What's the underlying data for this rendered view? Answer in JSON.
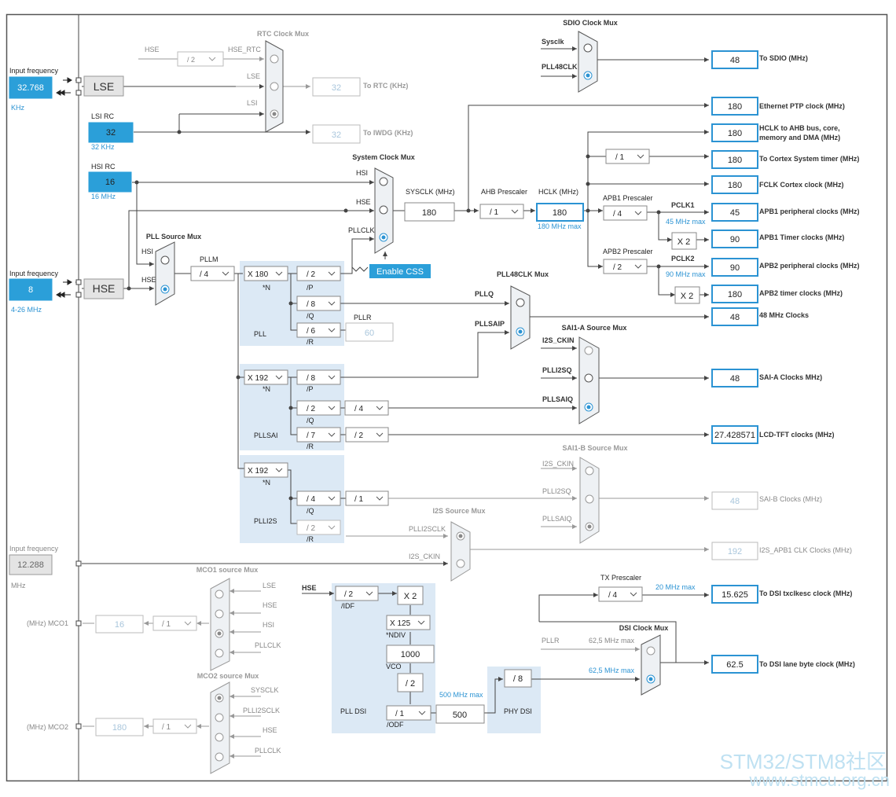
{
  "lse": {
    "input_label": "Input frequency",
    "value": "32.768",
    "unit": "KHz",
    "name": "LSE"
  },
  "lsi": {
    "name": "LSI RC",
    "value": "32",
    "sub": "32 KHz"
  },
  "hsi": {
    "name": "HSI RC",
    "value": "16",
    "sub": "16 MHz"
  },
  "hse": {
    "input_label": "Input frequency",
    "value": "8",
    "range": "4-26 MHz",
    "name": "HSE"
  },
  "i2s_in": {
    "input_label": "Input frequency",
    "value": "12.288",
    "unit": "MHz"
  },
  "rtc": {
    "title": "RTC Clock Mux",
    "in_hse": "HSE",
    "div": "/ 2",
    "in_hse_rtc": "HSE_RTC",
    "in_lse": "LSE",
    "in_lsi": "LSI",
    "rtc_value": "32",
    "rtc_label": "To RTC (KHz)",
    "iwdg_value": "32",
    "iwdg_label": "To IWDG (KHz)"
  },
  "pll_src": {
    "title": "PLL Source Mux",
    "in_hsi": "HSI",
    "in_hse": "HSE"
  },
  "pllm": {
    "label": "PLLM",
    "value": "/ 4"
  },
  "pll": {
    "n": "X 180",
    "n_label": "*N",
    "p": "/ 2",
    "p_label": "/P",
    "q": "/ 8",
    "q_label": "/Q",
    "r": "/ 6",
    "r_label": "/R",
    "name": "PLL",
    "pllr_label": "PLLR",
    "pllr_value": "60"
  },
  "pllsai": {
    "n": "X 192",
    "n_label": "*N",
    "p": "/ 8",
    "p_label": "/P",
    "q": "/ 2",
    "q_label": "/Q",
    "q_div": "/ 4",
    "r": "/ 7",
    "r_label": "/R",
    "r_div": "/ 2",
    "name": "PLLSAI"
  },
  "plli2s": {
    "n": "X 192",
    "n_label": "*N",
    "q": "/ 4",
    "q_label": "/Q",
    "q_div": "/ 1",
    "r": "/ 2",
    "r_label": "/R",
    "name": "PLLI2S"
  },
  "sysclk_mux": {
    "title": "System Clock Mux",
    "in_hsi": "HSI",
    "in_hse": "HSE",
    "in_pllclk": "PLLCLK",
    "css": "Enable CSS"
  },
  "sysclk": {
    "label": "SYSCLK (MHz)",
    "value": "180"
  },
  "ahb": {
    "label": "AHB Prescaler",
    "value": "/ 1"
  },
  "hclk": {
    "label": "HCLK (MHz)",
    "value": "180",
    "max": "180 MHz max"
  },
  "apb1": {
    "label": "APB1 Prescaler",
    "value": "/ 4",
    "pclk": "PCLK1",
    "max": "45 MHz max",
    "timer_mul": "X 2"
  },
  "apb2": {
    "label": "APB2 Prescaler",
    "value": "/ 2",
    "pclk": "PCLK2",
    "max": "90 MHz max",
    "timer_mul": "X 2"
  },
  "cortex_div": "/ 1",
  "outputs": {
    "sdio": {
      "value": "48",
      "label": "To SDIO (MHz)"
    },
    "eth": {
      "value": "180",
      "label": "Ethernet PTP clock (MHz)"
    },
    "hclk_bus": {
      "value": "180",
      "label": "HCLK to AHB bus, core,",
      "label2": "memory and DMA (MHz)"
    },
    "systick": {
      "value": "180",
      "label": "To Cortex System timer (MHz)"
    },
    "fclk": {
      "value": "180",
      "label": "FCLK Cortex clock (MHz)"
    },
    "apb1p": {
      "value": "45",
      "label": "APB1 peripheral clocks (MHz)"
    },
    "apb1t": {
      "value": "90",
      "label": "APB1 Timer clocks (MHz)"
    },
    "apb2p": {
      "value": "90",
      "label": "APB2 peripheral clocks (MHz)"
    },
    "apb2t": {
      "value": "180",
      "label": "APB2 timer clocks (MHz)"
    },
    "clk48": {
      "value": "48",
      "label": "48 MHz Clocks"
    },
    "saia": {
      "value": "48",
      "label": "SAI-A Clocks MHz)"
    },
    "lcd": {
      "value": "27.428571",
      "label": "LCD-TFT clocks (MHz)"
    },
    "saib": {
      "value": "48",
      "label": "SAI-B Clocks (MHz)"
    },
    "i2s": {
      "value": "192",
      "label": "I2S_APB1 CLK Clocks (MHz)"
    },
    "dsitx": {
      "value": "15.625",
      "label": "To DSI txclkesc clock (MHz)"
    },
    "dsilane": {
      "value": "62.5",
      "label": "To DSI lane byte clock (MHz)"
    }
  },
  "sdio_mux": {
    "title": "SDIO Clock Mux",
    "in_sysclk": "Sysclk",
    "in_pll48": "PLL48CLK"
  },
  "pll48_mux": {
    "title": "PLL48CLK Mux",
    "in_pllq": "PLLQ",
    "in_pllsaip": "PLLSAIP"
  },
  "saia_mux": {
    "title": "SAI1-A Source Mux",
    "in1": "I2S_CKIN",
    "in2": "PLLI2SQ",
    "in3": "PLLSAIQ"
  },
  "saib_mux": {
    "title": "SAI1-B Source Mux",
    "in1": "I2S_CKIN",
    "in2": "PLLI2SQ",
    "in3": "PLLSAIQ"
  },
  "i2s_mux": {
    "title": "I2S Source Mux",
    "in1": "PLLI2SCLK",
    "in2": "I2S_CKIN"
  },
  "mco1": {
    "title": "MCO1 source Mux",
    "in1": "LSE",
    "in2": "HSE",
    "in3": "HSI",
    "in4": "PLLCLK",
    "label": "(MHz) MCO1",
    "div": "/ 1",
    "value": "16"
  },
  "mco2": {
    "title": "MCO2 source Mux",
    "in1": "SYSCLK",
    "in2": "PLLI2SCLK",
    "in3": "HSE",
    "in4": "PLLCLK",
    "label": "(MHz) MCO2",
    "div": "/ 1",
    "value": "180"
  },
  "dsi": {
    "hse": "HSE",
    "idf": "/ 2",
    "idf_label": "/IDF",
    "x2": "X 2",
    "ndiv": "X 125",
    "ndiv_label": "*NDIV",
    "vco": "1000",
    "vco_label": "VCO",
    "div2": "/ 2",
    "odf": "/ 1",
    "odf_label": "/ODF",
    "name": "PLL DSI",
    "out": "500",
    "out_max": "500 MHz max",
    "phy_div": "/ 8",
    "phy": "PHY DSI",
    "tx_label": "TX Prescaler",
    "tx": "/ 4",
    "tx_max": "20 MHz max",
    "mux_title": "DSI Clock Mux",
    "in_pllr": "PLLR",
    "max1": "62,5 MHz max",
    "max2": "62,5 MHz max"
  },
  "watermark": {
    "line1": "STM32/STM8社区",
    "line2": "www.stmcu.org.cn"
  }
}
